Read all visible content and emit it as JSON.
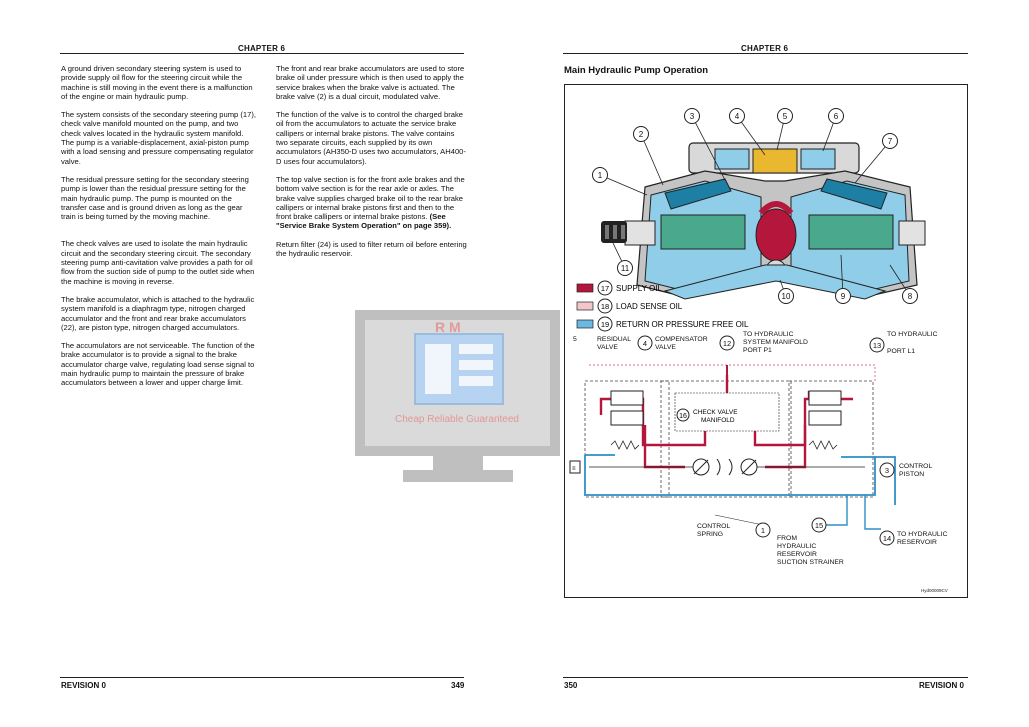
{
  "left_page": {
    "chapter": "CHAPTER 6",
    "col1": [
      "A ground driven secondary steering system is used to provide supply oil flow for the steering circuit while the machine is still moving in the event there is a malfunction of the engine or main hydraulic pump.",
      "The system consists of the secondary steering pump (17), check valve manifold mounted on the pump, and two check valves located in the hydraulic system manifold. The pump is a variable-displacement, axial-piston pump with a load sensing and pressure compensating regulator valve.",
      "The residual pressure setting for the secondary steering pump is lower than the residual pressure setting for the main hydraulic pump. The pump is mounted on the transfer case and is ground driven as long as the gear train is being turned by the moving machine.",
      "The check valves are used to isolate the main hydraulic circuit and the secondary steering circuit. The secondary steering pump anti-cavitation valve provides a path for oil flow from the suction side of pump to the outlet side when the machine is moving in reverse.",
      "The brake accumulator, which is attached to the hydraulic system manifold is a diaphragm type, nitrogen charged accumulator and the front and rear brake accumulators (22), are piston type, nitrogen charged accumulators.",
      "The accumulators are not serviceable. The function of the brake accumulator is to provide a signal to the brake accumulator charge valve, regulating load sense signal to main hydraulic pump to maintain the pressure of brake accumulators between a lower and upper charge limit."
    ],
    "col2": [
      "The front and rear brake accumulators are used to store brake oil under pressure which is then used to apply the service brakes when the brake valve is actuated. The brake valve (2) is a dual circuit, modulated valve.",
      "The function of the valve is to control the charged brake oil from the accumulators to actuate the service brake callipers or internal brake pistons. The valve contains two separate circuits, each supplied by its own accumulators (AH350-D uses two accumulators, AH400-D uses four accumulators).",
      "The top valve section is for the front axle brakes and the bottom valve section is for the rear axle or axles. The brake valve supplies charged brake oil to the rear brake callipers or internal brake pistons first and then to the front brake callipers or internal brake pistons.",
      "Return filter (24) is used to filter return oil before entering the hydraulic reservoir."
    ],
    "col2_p3_ref": "(See \"Service Brake System Operation\" on page 359).",
    "footer_left": "REVISION 0",
    "footer_right": "349"
  },
  "right_page": {
    "chapter": "CHAPTER 6",
    "section_title": "Main Hydraulic Pump Operation",
    "footer_left": "350",
    "footer_right": "REVISION 0",
    "diagram": {
      "callouts_top": [
        "1",
        "2",
        "3",
        "4",
        "5",
        "6",
        "7",
        "8",
        "9",
        "10",
        "11"
      ],
      "legend": [
        {
          "num": "17",
          "label": "SUPPLY OIL",
          "color": "#b5173c"
        },
        {
          "num": "18",
          "label": "LOAD SENSE OIL",
          "color": "#f1c7cd"
        },
        {
          "num": "19",
          "label": "RETURN OR PRESSURE FREE OIL",
          "color": "#6bb8e0"
        }
      ],
      "labels": {
        "residual_valve": [
          "RESIDUAL",
          "VALVE"
        ],
        "compensator_valve": [
          "COMPENSATOR",
          "VALVE"
        ],
        "to_manifold": [
          "TO HYDRAULIC",
          "SYSTEM MANIFOLD",
          "PORT P1"
        ],
        "to_port_l1": [
          "TO HYDRAULIC",
          "PORT L1"
        ],
        "check_valve_manifold": [
          "CHECK VALVE",
          "MANIFOLD"
        ],
        "control_piston": [
          "CONTROL",
          "PISTON"
        ],
        "control_spring": [
          "CONTROL",
          "SPRING"
        ],
        "from_reservoir": [
          "FROM",
          "HYDRAULIC",
          "RESERVOIR",
          "SUCTION STRAINER"
        ],
        "to_reservoir": [
          "TO HYDRAULIC",
          "RESERVOIR"
        ]
      },
      "schematic_callouts": {
        "c5": "5",
        "c4": "4",
        "c12": "12",
        "c13": "13",
        "c16": "16",
        "c3": "3",
        "c1": "1",
        "c15": "15",
        "c14": "14"
      },
      "figure_id": "Hyd00009CV"
    }
  },
  "watermark": {
    "letters": "R M",
    "tagline": "Cheap Reliable Guaranteed"
  }
}
